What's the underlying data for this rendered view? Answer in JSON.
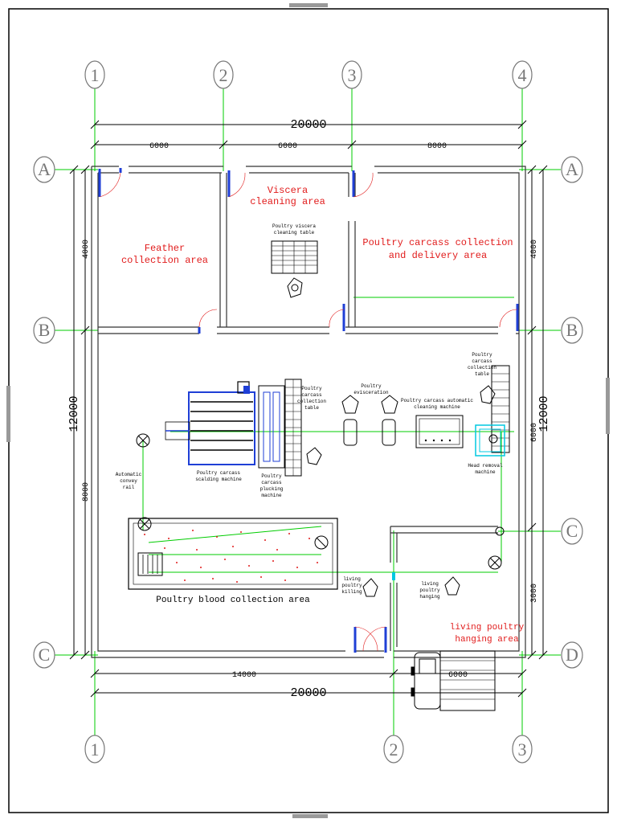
{
  "grid": {
    "top": [
      "1",
      "2",
      "3",
      "4"
    ],
    "bottom": [
      "1",
      "2",
      "3"
    ],
    "left": [
      "A",
      "B",
      "C"
    ],
    "right": [
      "A",
      "B",
      "C",
      "D"
    ]
  },
  "dimensions": {
    "top_total": "20000",
    "top_spans": [
      "6000",
      "6000",
      "8000"
    ],
    "bottom_total": "20000",
    "bottom_left": "14000",
    "bottom_right": "6000",
    "left_total": "12000",
    "left_upper": "4000",
    "left_lower": "8000",
    "right_total": "12000",
    "right_upper": "4000",
    "right_mid": "6000",
    "right_lower": "3000"
  },
  "areas": {
    "viscera": "Viscera\ncleaning area",
    "feather": "Feather\ncollection area",
    "carcass_delivery": "Poultry carcass collection\nand delivery area",
    "blood": "Poultry blood collection area",
    "hanging": "living poultry\nhanging area"
  },
  "equipment": {
    "viscera_table": "Poultry viscera\ncleaning table",
    "scalding": "Poultry carcass\nscalding machine",
    "plucking": "Poultry\ncarcass\nplucking\nmachine",
    "collection_table": "Poultry\ncarcass\ncollection\ntable",
    "evisceration": "Poultry\nevisceration",
    "auto_cleaning": "Poultry carcass automatic\ncleaning machine",
    "collection_table_right": "Poultry\ncarcass\ncollection\ntable",
    "head_removal": "Head removal\nmachine",
    "conveyor": "Automatic\nconvey\nrail",
    "killing": "living\npoultry\nkilling",
    "hanging_op": "living\npoultry\nhanging"
  },
  "colors": {
    "wall": "#333333",
    "grid_line": "#00cc00",
    "accent_red": "#e11b1b",
    "equipment_blue": "#1f3fd6",
    "cyan": "#00c8e0"
  }
}
